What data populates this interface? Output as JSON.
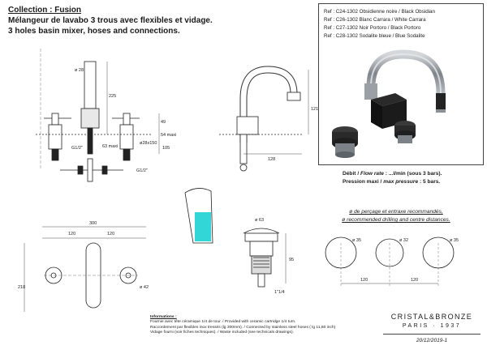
{
  "header": {
    "collection": "Collection : Fusion",
    "title_fr": "Mélangeur de lavabo 3 trous avec flexibles et vidage.",
    "title_en": "3 holes basin mixer, hoses and connections."
  },
  "references": [
    "Ref : C24-1302 Obsidienne noire / Black Obsidian",
    "Ref : C26-1302 Blanc Carrara / White Carrara",
    "Ref : C27-1302 Noir Portoro / Black Portoro",
    "Ref : C28-1302 Sodalite bleue / Blue Sodalite"
  ],
  "specs": {
    "flow_label_fr": "Débit /",
    "flow_label_en": "Flow rate",
    "flow_value": ": ...l/min (sous 3 bars).",
    "pressure_label_fr": "Pression maxi /",
    "pressure_label_en": "max pressure",
    "pressure_value": ": 5 bars."
  },
  "drilling": {
    "line_fr": "ø de perçage et entraxe recommandés,",
    "line_en": "ø recommended drilling and centre distances.",
    "diameters": [
      "ø 35",
      "ø 32",
      "ø 35"
    ],
    "spacings": [
      "120",
      "120"
    ]
  },
  "dimensions": {
    "front": [
      "ø 28",
      "225",
      "63 maxi",
      "G1/2\"",
      "ø28x150",
      "54 maxi",
      "105",
      "49",
      "G1/2\""
    ],
    "side": [
      "121",
      "128"
    ],
    "top": [
      "300",
      "120",
      "120",
      "218",
      "ø 42"
    ],
    "waste": [
      "ø 63",
      "95",
      "1\"1/4"
    ]
  },
  "information": {
    "heading": "Informations :",
    "lines": [
      "Fournie avec tête céramique 1/4 de tour. / Provided with ceramic cartridge 1/4 turn.",
      "Raccordement par flexibles inox tressés (lg 300mm). / Connected by stainless steel hoses ( lg 11,80 inch)",
      "Vidage fourni (voir fiches techniques). / Waste included (see technicals drawings)."
    ]
  },
  "brand": {
    "name": "CRISTAL&BRONZE",
    "sub": "PARIS · 1937",
    "date": "20/12/2019-1"
  }
}
